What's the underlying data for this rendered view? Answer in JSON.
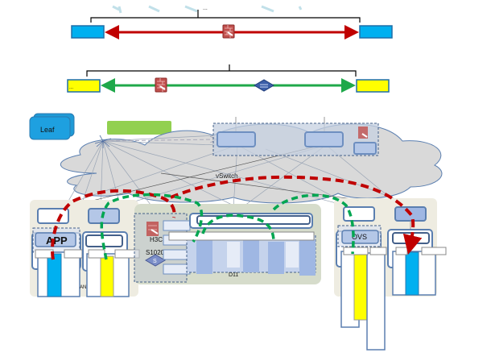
{
  "diagram": {
    "top_link": {
      "bracket_label": "...",
      "endpoint_color": "#00b0f0",
      "arrow_color": "#c00000",
      "middle_device": "firewall-icon"
    },
    "bottom_link": {
      "left_endpoint_text": "...",
      "endpoint_color": "#ffff00",
      "arrow_color": "#1fa84a",
      "devices": [
        "firewall-icon",
        "switch-icon"
      ]
    },
    "leaf_badge": {
      "label": "Leaf"
    },
    "controller_box": {
      "label": "",
      "color": "#92d050"
    },
    "cloud": {
      "label": "vSwitch"
    },
    "left_server": {
      "app_label": "APP",
      "partial_label": "AN"
    },
    "middle_group": {
      "vendor": "H3C",
      "model": "S1020V",
      "bottom_label": "D11"
    },
    "right_group": {
      "switch_label": "OVS"
    },
    "colors": {
      "red_path": "#c00000",
      "green_path": "#00a651",
      "cloud_fill": "#d9d9d9",
      "panel_fill": "#eeece1",
      "node_blue": "#b4c7e7",
      "node_border": "#5b7fb0"
    }
  }
}
